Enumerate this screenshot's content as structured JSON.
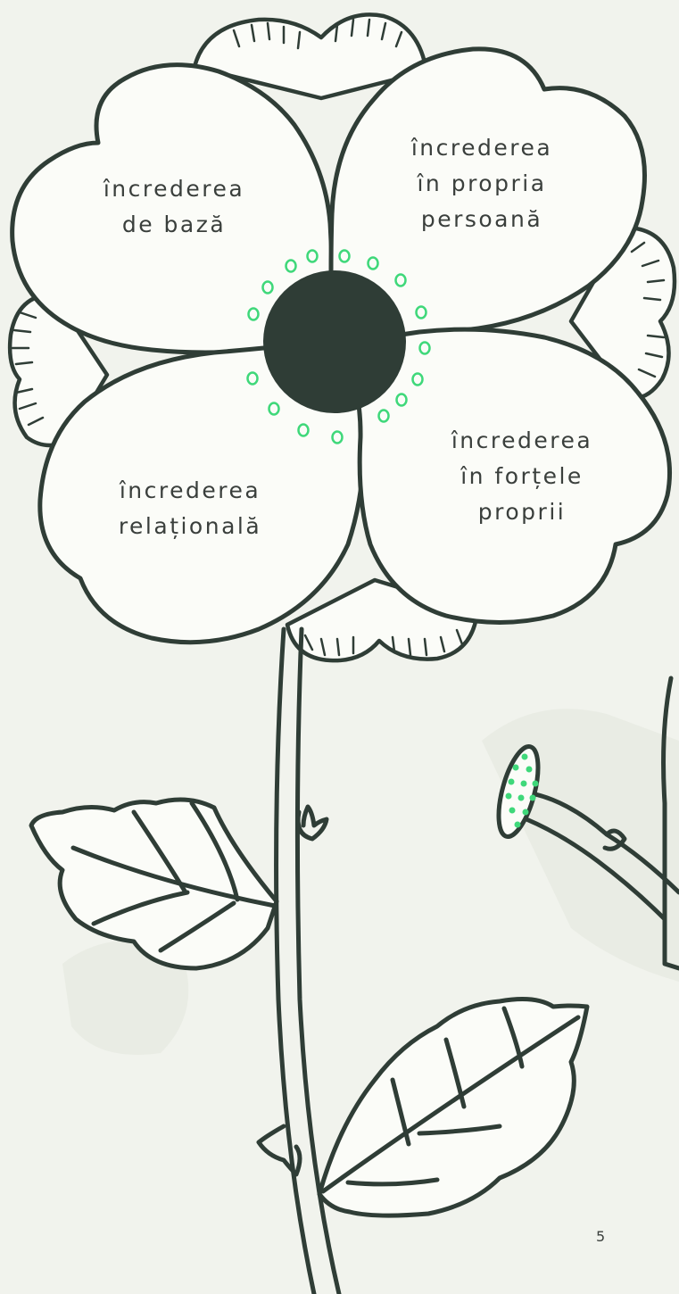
{
  "petals": [
    {
      "id": "top-left",
      "lines": [
        "încrederea",
        "de bază"
      ]
    },
    {
      "id": "top-right",
      "lines": [
        "încrederea",
        "în propria",
        "persoană"
      ]
    },
    {
      "id": "bottom-left",
      "lines": [
        "încrederea",
        "relațională"
      ]
    },
    {
      "id": "bottom-right",
      "lines": [
        "încrederea",
        "în forțele",
        "proprii"
      ]
    }
  ],
  "page_number": "5",
  "colors": {
    "ink": "#2f3d36",
    "accent_green": "#3fd87a",
    "paper": "#f1f3ed"
  }
}
